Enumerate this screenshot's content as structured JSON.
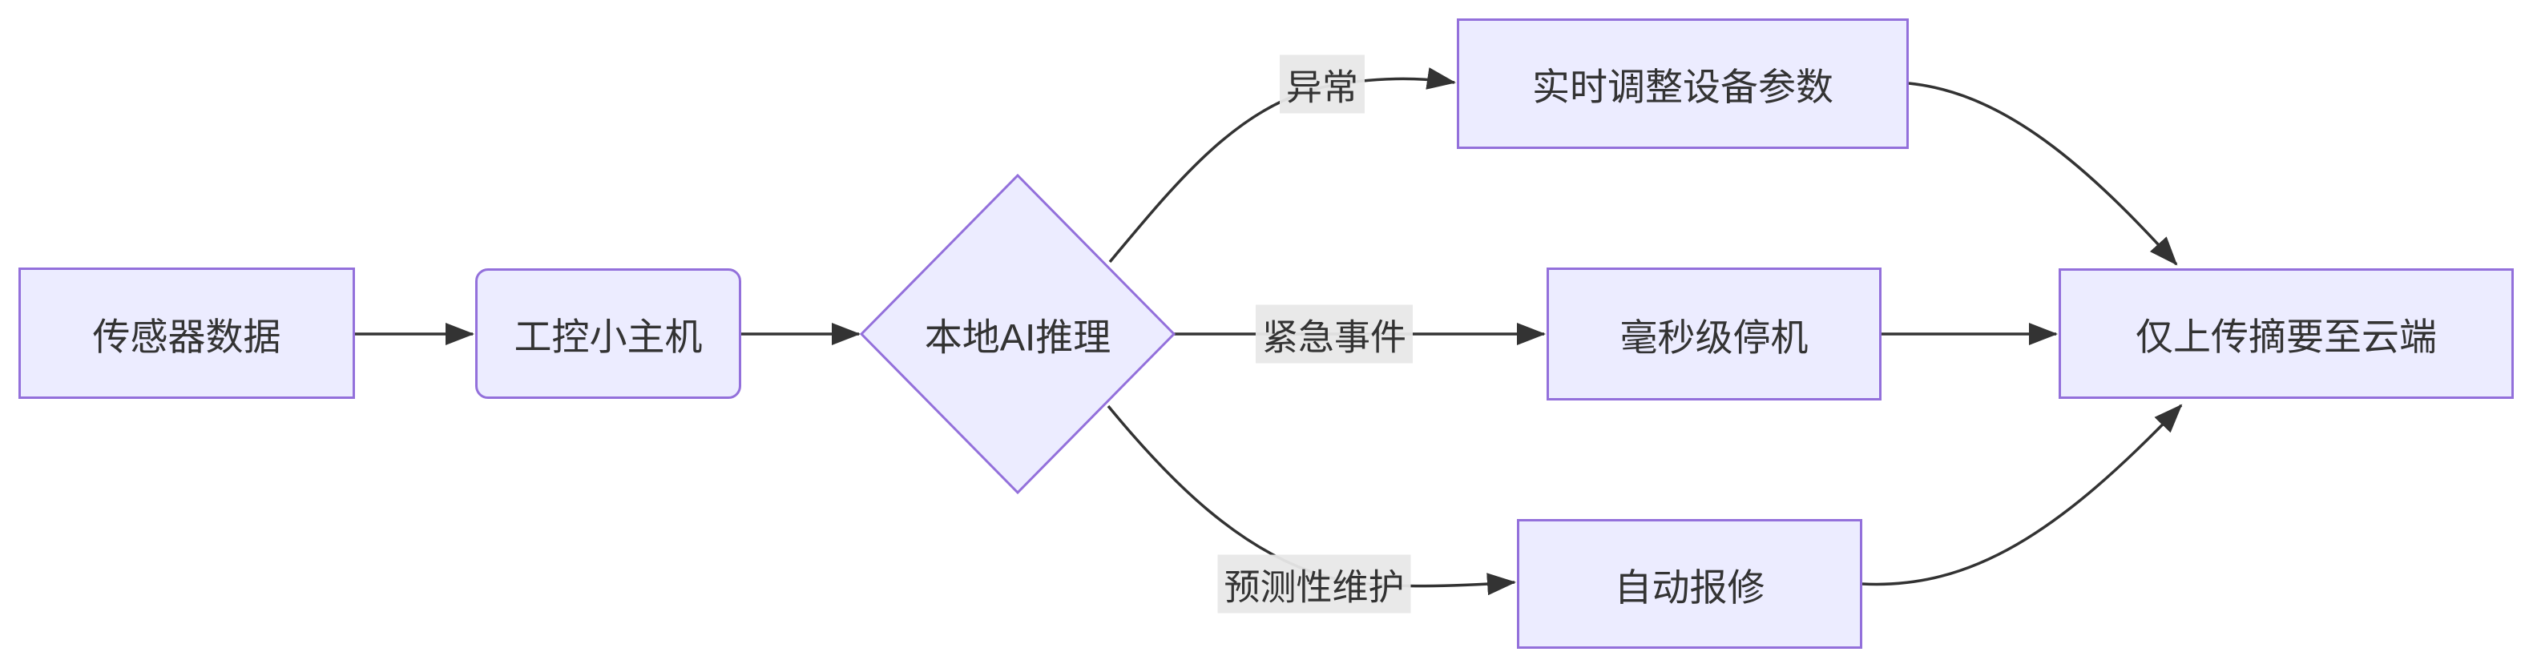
{
  "diagram": {
    "type": "flowchart",
    "direction": "left-to-right",
    "colors": {
      "node_fill": "#ECECFF",
      "node_border": "#9370DB",
      "edge_line": "#333333",
      "text": "#333333",
      "edge_label_bg": "#e8e8e8",
      "background": "#ffffff"
    },
    "nodes": [
      {
        "id": "A",
        "label": "传感器数据",
        "shape": "rectangle"
      },
      {
        "id": "B",
        "label": "工控小主机",
        "shape": "rounded-rectangle"
      },
      {
        "id": "C",
        "label": "本地AI推理",
        "shape": "diamond"
      },
      {
        "id": "D",
        "label": "实时调整设备参数",
        "shape": "rectangle"
      },
      {
        "id": "E",
        "label": "毫秒级停机",
        "shape": "rectangle"
      },
      {
        "id": "F",
        "label": "自动报修",
        "shape": "rectangle"
      },
      {
        "id": "G",
        "label": "仅上传摘要至云端",
        "shape": "rectangle"
      }
    ],
    "edges": [
      {
        "from": "传感器数据",
        "to": "工控小主机",
        "label": ""
      },
      {
        "from": "工控小主机",
        "to": "本地AI推理",
        "label": ""
      },
      {
        "from": "本地AI推理",
        "to": "实时调整设备参数",
        "label": "异常"
      },
      {
        "from": "本地AI推理",
        "to": "毫秒级停机",
        "label": "紧急事件"
      },
      {
        "from": "本地AI推理",
        "to": "自动报修",
        "label": "预测性维护"
      },
      {
        "from": "实时调整设备参数",
        "to": "仅上传摘要至云端",
        "label": ""
      },
      {
        "from": "毫秒级停机",
        "to": "仅上传摘要至云端",
        "label": ""
      },
      {
        "from": "自动报修",
        "to": "仅上传摘要至云端",
        "label": ""
      }
    ]
  }
}
